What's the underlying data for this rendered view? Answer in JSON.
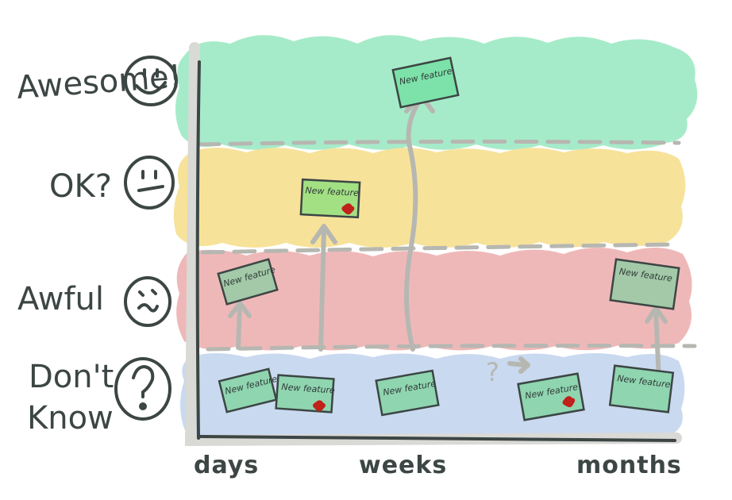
{
  "rows": [
    {
      "label": "Awesome!",
      "face": "happy-face-icon",
      "color": "#a6ebc9"
    },
    {
      "label": "OK?",
      "face": "neutral-face-icon",
      "color": "#f7e29a"
    },
    {
      "label": "Awful",
      "face": "confused-face-icon",
      "color": "#efb8b8"
    },
    {
      "label": "Don't Know",
      "label_lines": [
        "Don't",
        "Know"
      ],
      "face": "question-face-icon",
      "color": "#c9d9ef"
    }
  ],
  "x_axis": {
    "labels": [
      "days",
      "weeks",
      "months"
    ]
  },
  "cards": [
    {
      "text": "New feature",
      "fill": "#8fd5b0",
      "blob": false
    },
    {
      "text": "New feature",
      "fill": "#8fd5b0",
      "blob": true
    },
    {
      "text": "New feature",
      "fill": "#8fd5b0",
      "blob": false
    },
    {
      "text": "New feature",
      "fill": "#8fd5b0",
      "blob": true
    },
    {
      "text": "New feature",
      "fill": "#8fd5b0",
      "blob": false
    },
    {
      "text": "New feature",
      "fill": "#a3c9a8",
      "blob": false
    },
    {
      "text": "New feature",
      "fill": "#a3e083",
      "blob": true
    },
    {
      "text": "New feature",
      "fill": "#7ce2a9",
      "blob": false
    },
    {
      "text": "New feature",
      "fill": "#a3c9a8",
      "blob": false
    }
  ],
  "annotations": {
    "question": "?"
  },
  "colors": {
    "ink": "#3c4644",
    "arrow": "#b7b7b2",
    "blob": "#c0211b",
    "axis_shadow": "#d9d9d6"
  }
}
